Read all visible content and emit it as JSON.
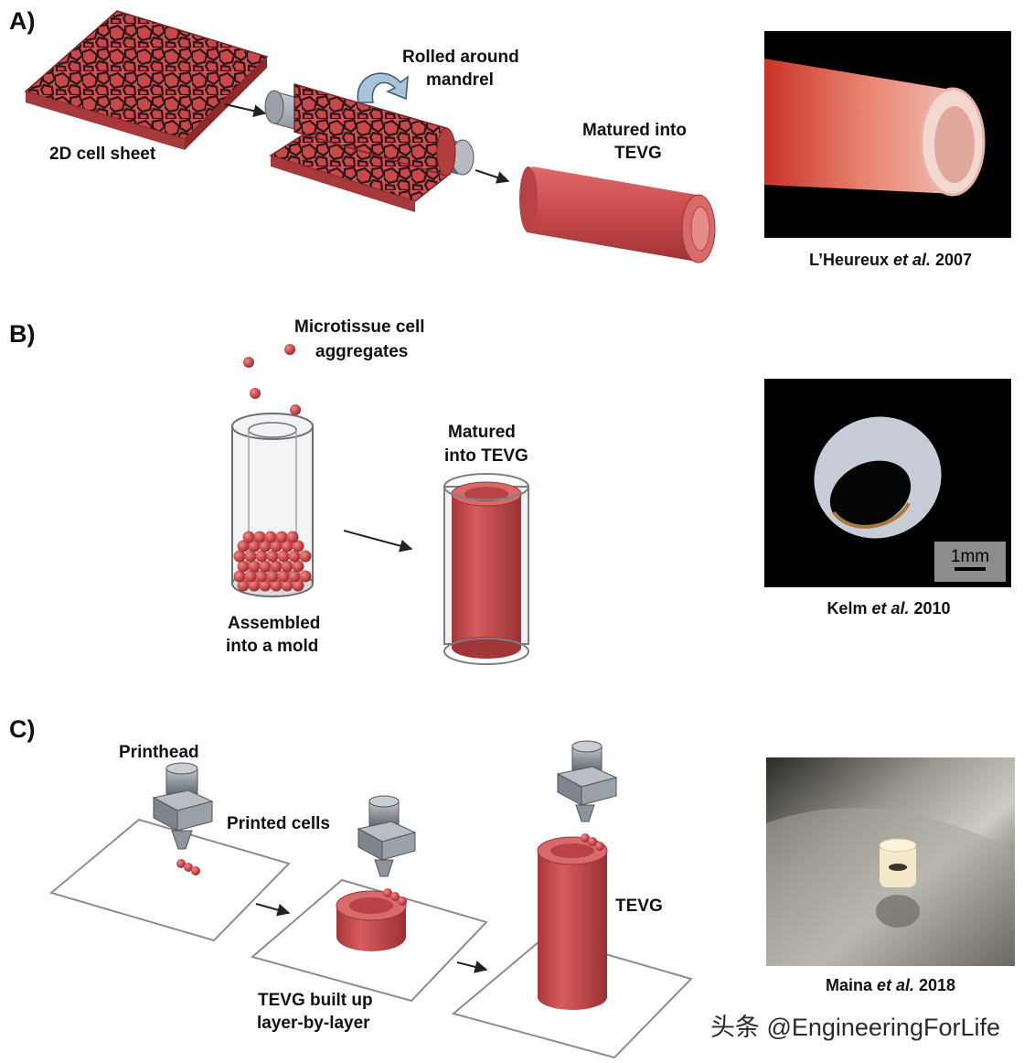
{
  "panels": {
    "a": {
      "letter": "A)",
      "sheet_label": "2D cell sheet",
      "roll_label_1": "Rolled around",
      "roll_label_2": "mandrel",
      "mature_label_1": "Matured into",
      "mature_label_2": "TEVG",
      "citation_author": "L’Heureux ",
      "citation_etal": "et al.",
      "citation_year": " 2007"
    },
    "b": {
      "letter": "B)",
      "aggregates_label_1": "Microtissue cell",
      "aggregates_label_2": "aggregates",
      "mold_label_1": "Assembled",
      "mold_label_2": "into a mold",
      "mature_label_1": "Matured",
      "mature_label_2": "into TEVG",
      "scale_bar": "1mm",
      "citation_author": "Kelm ",
      "citation_etal": "et al.",
      "citation_year": " 2010"
    },
    "c": {
      "letter": "C)",
      "printhead_label": "Printhead",
      "printed_label": "Printed cells",
      "layer_label_1": "TEVG built up",
      "layer_label_2": "layer-by-layer",
      "tevg_label": "TEVG",
      "citation_author": "Maina ",
      "citation_etal": "et al.",
      "citation_year": " 2018"
    }
  },
  "watermark": "头条 @EngineeringForLife",
  "colors": {
    "tissue": "#c9494b",
    "tissue_dark": "#8f2a2c",
    "cell_border": "#2b1516",
    "metal": "#8d949c",
    "glass": "#c8ccd0",
    "photo_bg": "#000000"
  }
}
